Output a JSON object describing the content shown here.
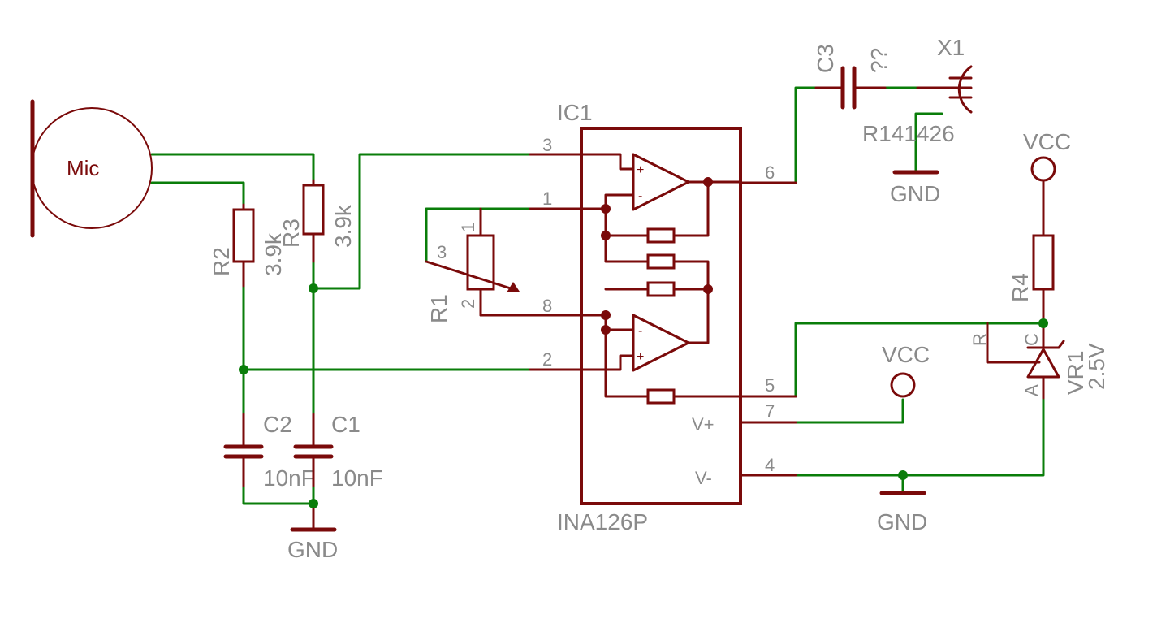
{
  "mic": {
    "label": "Mic"
  },
  "ic1": {
    "name": "IC1",
    "value": "INA126P",
    "pin_vplus": "V+",
    "pin_vminus": "V-"
  },
  "pins": {
    "p1": "1",
    "p2": "2",
    "p3": "3",
    "p4": "4",
    "p5": "5",
    "p6": "6",
    "p7": "7",
    "p8": "8"
  },
  "r1": {
    "name": "R1",
    "pin1": "1",
    "pin2": "2",
    "pin3": "3"
  },
  "r2": {
    "name": "R2",
    "value": "3.9k"
  },
  "r3": {
    "name": "R3",
    "value": "3.9k"
  },
  "r4": {
    "name": "R4"
  },
  "c1": {
    "name": "C1",
    "value": "10nF"
  },
  "c2": {
    "name": "C2",
    "value": "10nF"
  },
  "c3": {
    "name": "C3",
    "value": "??"
  },
  "x1": {
    "name": "X1",
    "value": "R141426"
  },
  "vr1": {
    "name": "VR1",
    "value": "2.5V",
    "pin_r": "R",
    "pin_c": "C",
    "pin_a": "A"
  },
  "vcc": {
    "label": "VCC"
  },
  "gnd": {
    "label": "GND"
  },
  "opamp": {
    "plus": "+",
    "minus": "-"
  },
  "colors": {
    "wire": "#0a7d0a",
    "part": "#7a0a0a",
    "text": "#8a8a8a"
  }
}
